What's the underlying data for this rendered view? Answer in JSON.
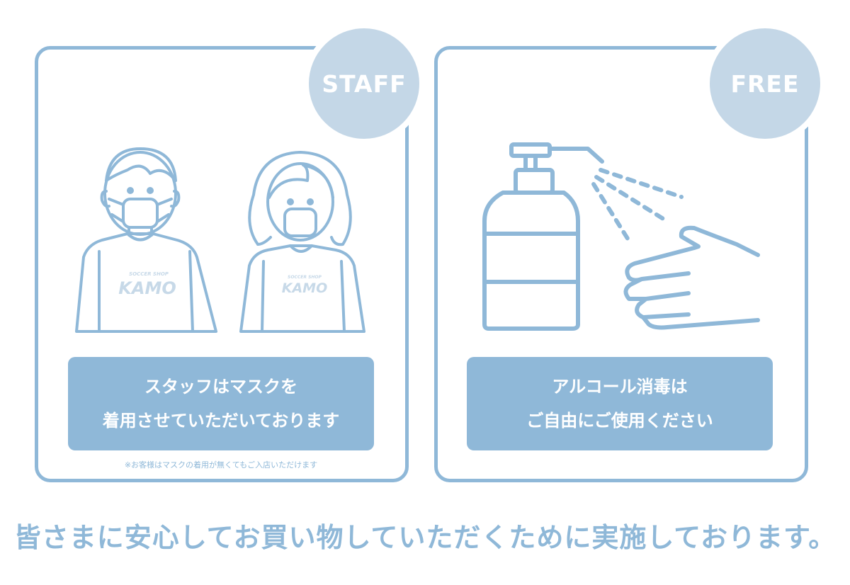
{
  "staff": {
    "badge": "STAFF",
    "shirt_small": "SOCCER SHOP",
    "shirt_logo": "KAMO",
    "message_line1": "スタッフはマスクを",
    "message_line2": "着用させていただいております",
    "note": "※お客様はマスクの着用が無くてもご入店いただけます"
  },
  "free": {
    "badge": "FREE",
    "message_line1": "アルコール消毒は",
    "message_line2": "ご自由にご使用ください"
  },
  "footer": "皆さまに安心してお買い物していただくために実施しております。",
  "colors": {
    "accent": "#8fb8d8",
    "badge_fill": "#c4d7e7",
    "shirt_logo": "#c7d9e8"
  }
}
